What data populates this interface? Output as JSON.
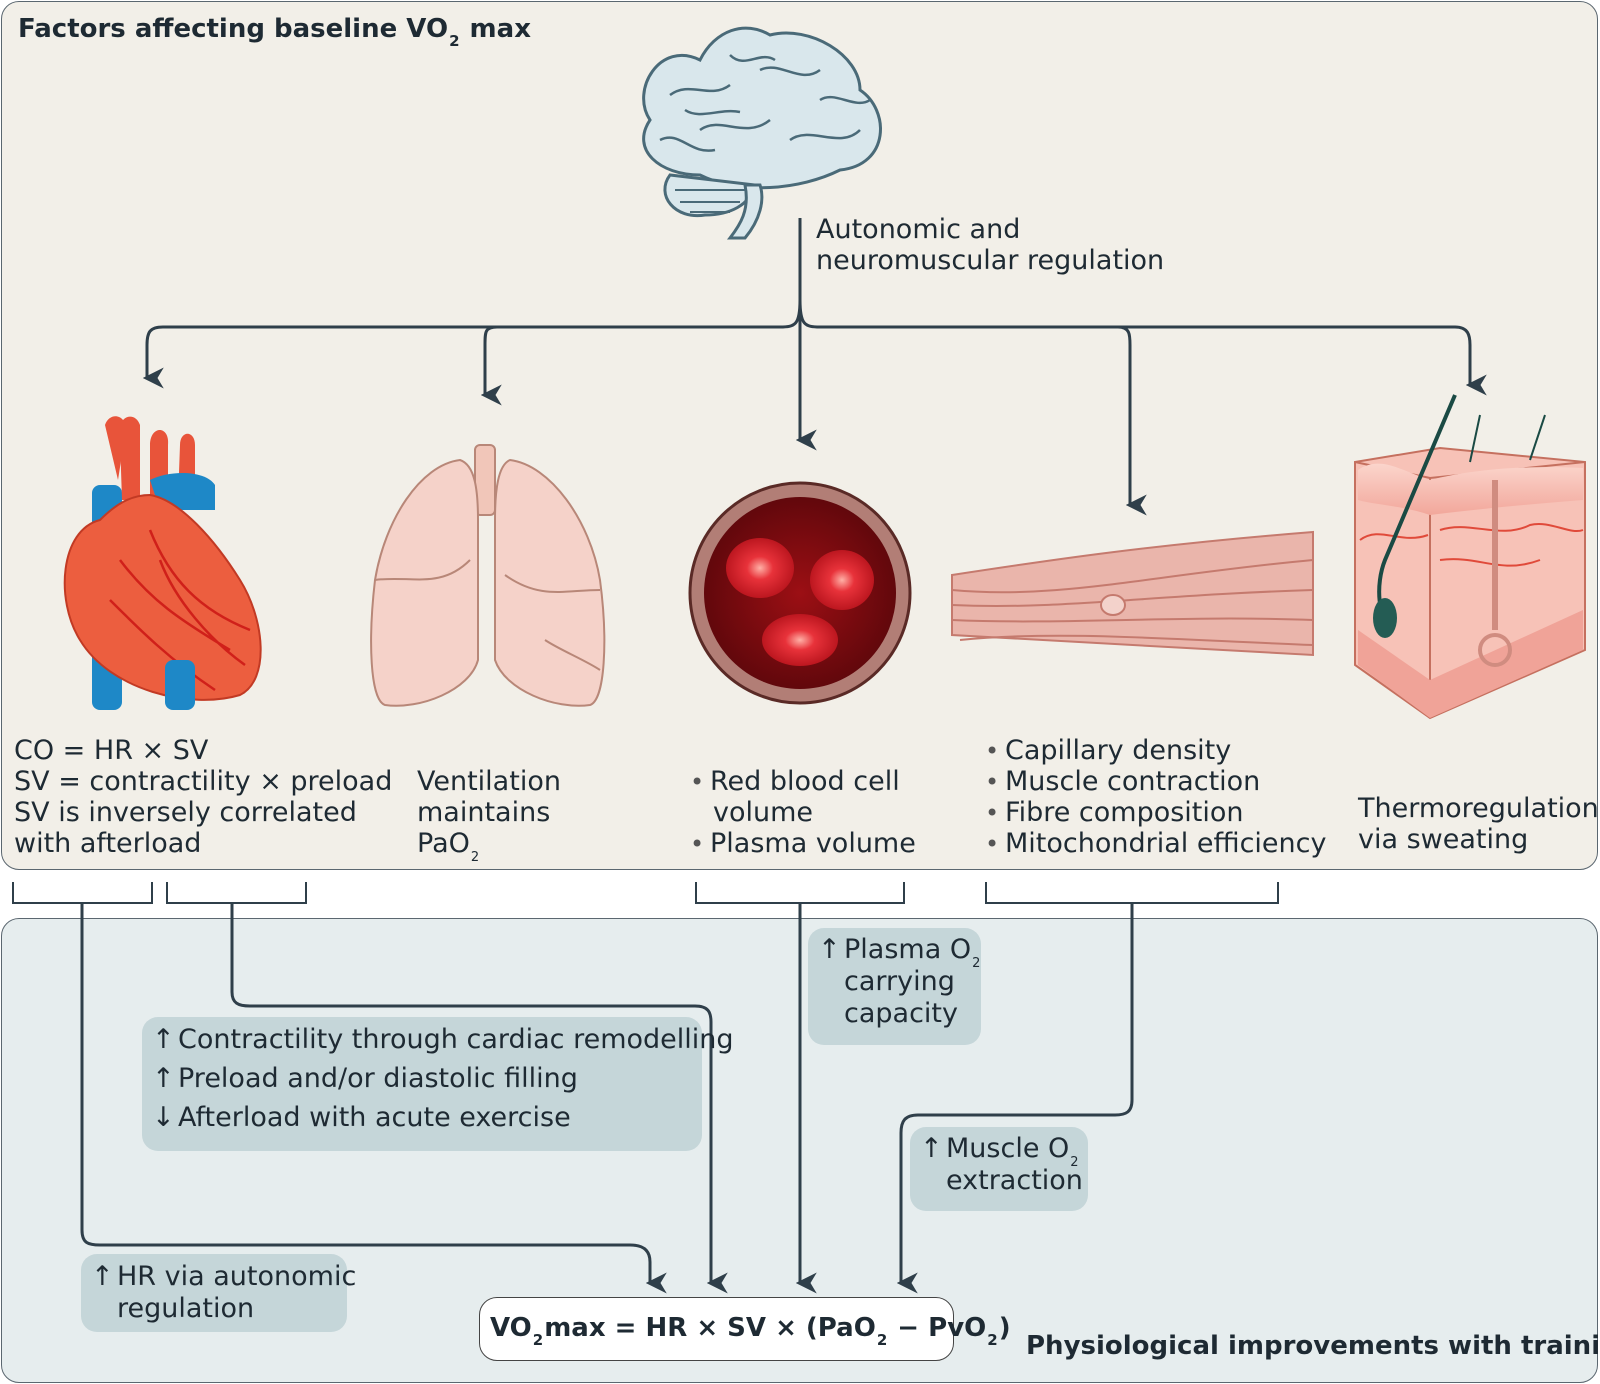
{
  "title": "Factors affecting baseline VO",
  "title_sub": "2",
  "title_tail": " max",
  "regulation": [
    "Autonomic and",
    "neuromuscular regulation"
  ],
  "heart": {
    "lines": [
      "CO = HR × SV",
      "SV = contractility × preload",
      "SV is inversely correlated",
      "with afterload"
    ]
  },
  "lungs": {
    "lines": [
      "Ventilation",
      "maintains"
    ],
    "pao2_main": "PaO",
    "pao2_sub": "2"
  },
  "blood": {
    "bullet1": "Red blood cell",
    "bullet1_cont": "volume",
    "bullet2": "Plasma volume"
  },
  "muscle": {
    "bullets": [
      "Capillary density",
      "Muscle contraction",
      "Fibre composition",
      "Mitochondrial efficiency"
    ]
  },
  "skin": {
    "lines": [
      "Thermoregulation",
      "via sweating"
    ]
  },
  "improvements": {
    "cardiac": [
      {
        "arrow": "↑",
        "text": "Contractility through cardiac remodelling"
      },
      {
        "arrow": "↑",
        "text": "Preload and/or diastolic filling"
      },
      {
        "arrow": "↓",
        "text": "Afterload with acute exercise"
      }
    ],
    "plasma": {
      "arrow": "↑",
      "line1_main": "Plasma O",
      "line1_sub": "2",
      "line2": "carrying",
      "line3": "capacity"
    },
    "muscle": {
      "arrow": "↑",
      "line1_main": "Muscle O",
      "line1_sub": "2",
      "line2": "extraction"
    },
    "hr": {
      "arrow": "↑",
      "line1": "HR via autonomic",
      "line2": "regulation"
    }
  },
  "formula": {
    "p1": "VO",
    "s1": "2",
    "p2": "max = HR × SV × (PaO",
    "s2": "2",
    "p3": " − PvO",
    "s3": "2",
    "p4": ")"
  },
  "footer_label": "Physiological improvements with training",
  "colors": {
    "top_panel": "#f2efe8",
    "bottom_panel": "#e6edee",
    "box": "#c5d6d9",
    "arrow": "#2f3f4a"
  }
}
